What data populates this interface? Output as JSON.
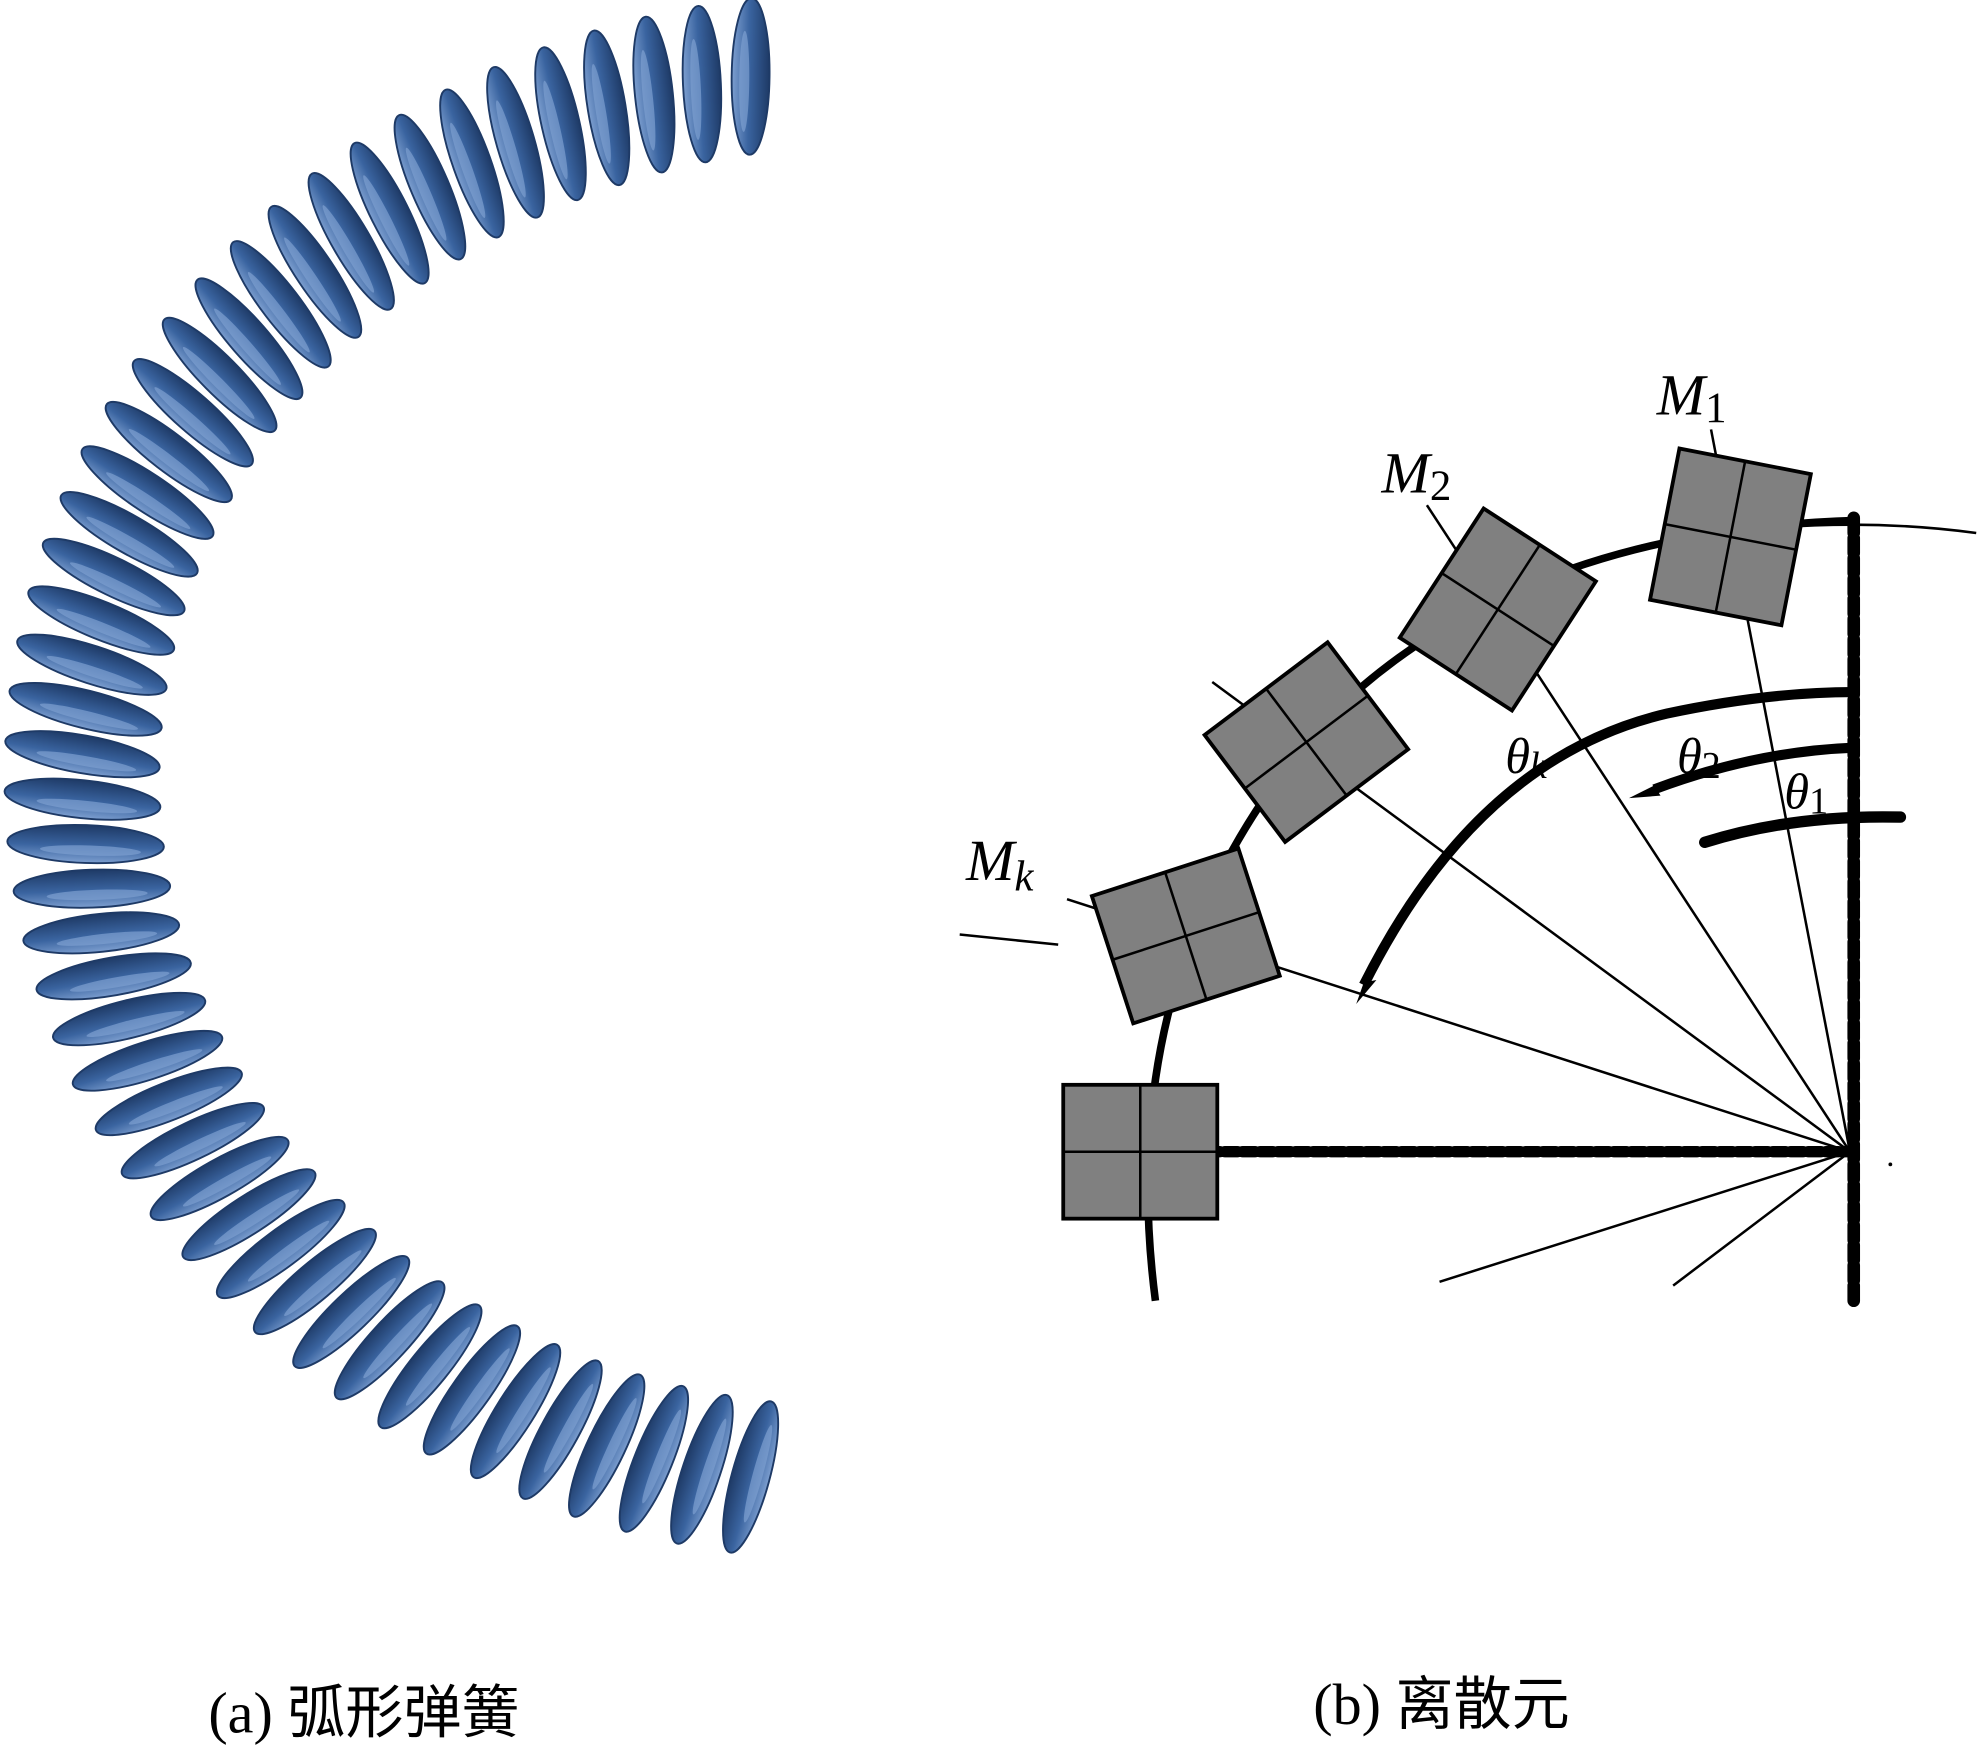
{
  "captions": {
    "a": "(a) 弧形弹簧",
    "b": "(b) 离散元"
  },
  "labels": {
    "m1": "M",
    "m1_sub": "1",
    "m2": "M",
    "m2_sub": "2",
    "mk": "M",
    "mk_sub": "k",
    "theta1": "θ",
    "theta1_sub": "1",
    "theta2": "θ",
    "theta2_sub": "2",
    "thetak": "θ",
    "thetak_sub": "k"
  },
  "colors": {
    "spring": "#3a64a0",
    "spring_light": "#7d9fd0",
    "spring_dark": "#1e3a66",
    "element": "#808080"
  }
}
